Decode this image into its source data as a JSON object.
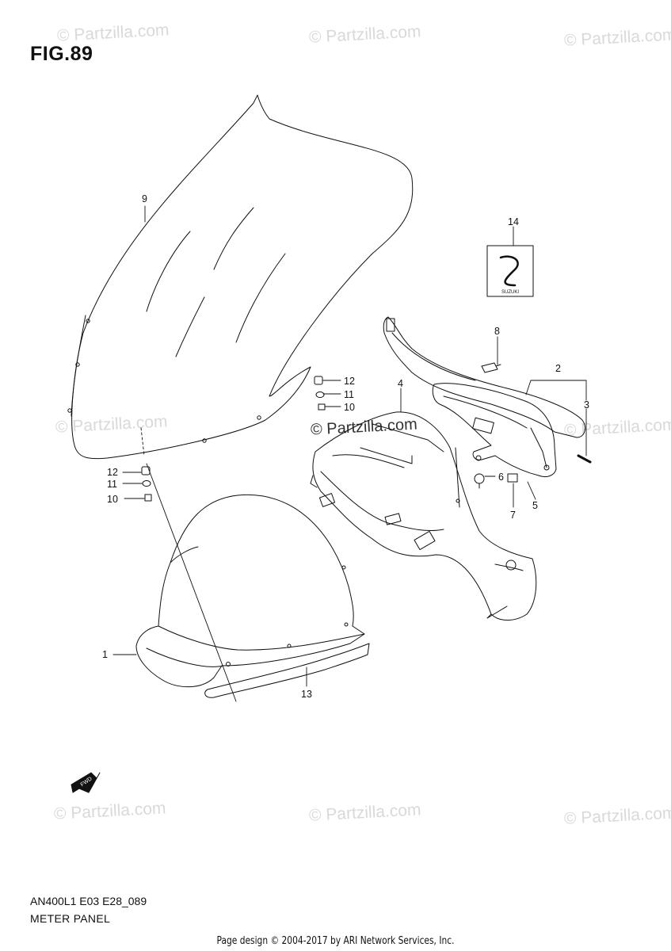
{
  "figure": {
    "title": "FIG.89",
    "model_code": "AN400L1 E03 E28_089",
    "panel_name": "METER PANEL"
  },
  "footer": "Page design © 2004-2017 by ARI Network Services, Inc.",
  "watermark": {
    "text": "© Partzilla.com",
    "center_text": "© Partzilla.com"
  },
  "fwd_label": "FWD",
  "badge_text": "SUZUKI",
  "callouts": [
    "1",
    "2",
    "3",
    "4",
    "5",
    "6",
    "7",
    "8",
    "9",
    "10",
    "11",
    "12",
    "13",
    "14"
  ],
  "callout_secondary": [
    "10",
    "11",
    "12"
  ],
  "colors": {
    "line": "#111111",
    "watermark": "#d9d9d9"
  }
}
